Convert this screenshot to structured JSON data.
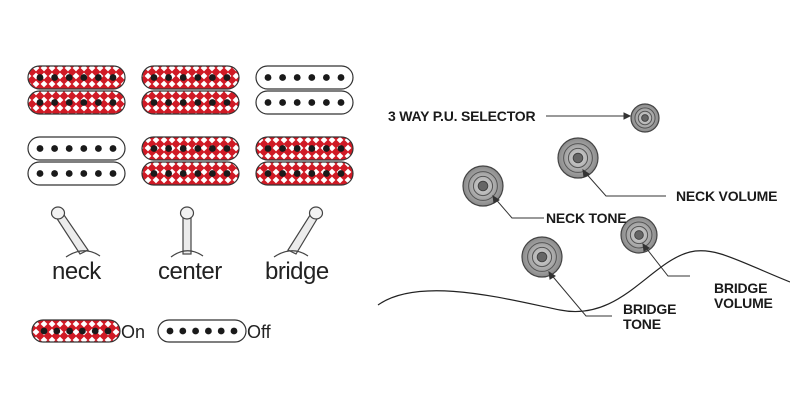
{
  "positions": [
    {
      "name": "neck",
      "rows": [
        "on",
        "off"
      ]
    },
    {
      "name": "center",
      "rows": [
        "on",
        "on"
      ]
    },
    {
      "name": "bridge",
      "rows": [
        "off",
        "on"
      ]
    }
  ],
  "legend": {
    "on_label": "On",
    "off_label": "Off"
  },
  "controls": {
    "selector": "3 WAY P.U. SELECTOR",
    "neck_volume": "NECK VOLUME",
    "neck_tone": "NECK TONE",
    "bridge_tone": [
      "BRIDGE",
      "TONE"
    ],
    "bridge_volume": [
      "BRIDGE",
      "VOLUME"
    ]
  },
  "colors": {
    "active": "#d01a25",
    "pole": "#1a1a1a",
    "outline": "#333333",
    "body_line": "#222222"
  }
}
